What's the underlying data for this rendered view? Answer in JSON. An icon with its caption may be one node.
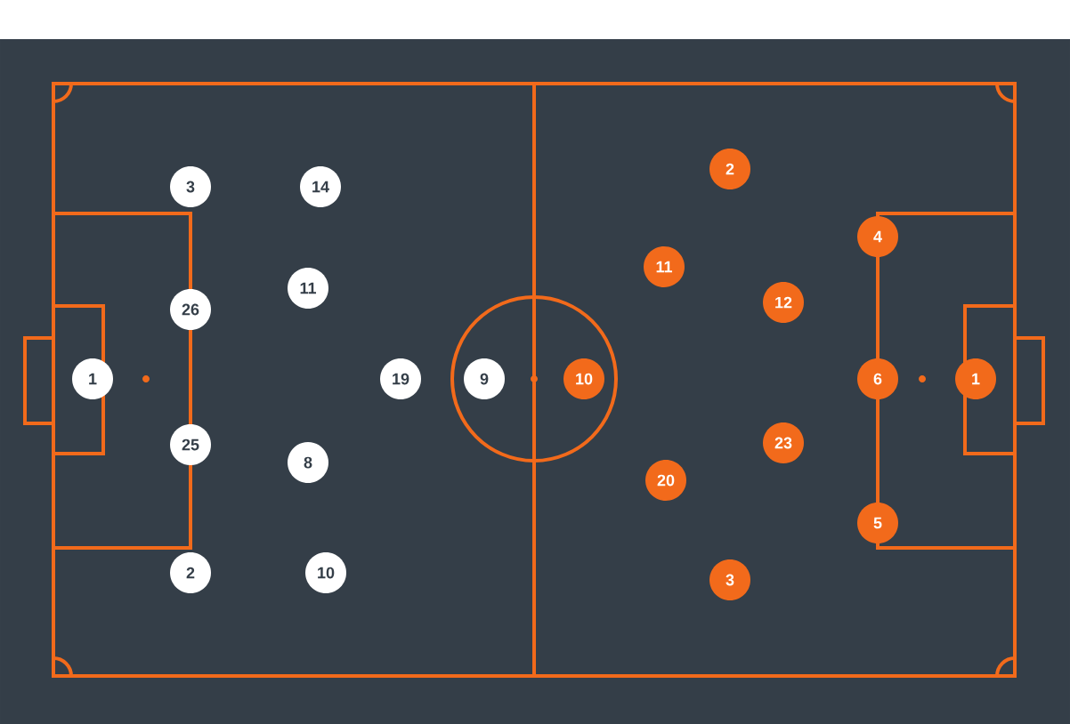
{
  "diagram": {
    "nodes": [
      {
        "text": [
          "1"
        ]
      },
      {
        "text": [
          "3"
        ]
      },
      {
        "text": [
          "26"
        ]
      },
      {
        "text": [
          "25"
        ]
      },
      {
        "text": [
          "2"
        ]
      },
      {
        "text": [
          "14"
        ]
      },
      {
        "text": [
          "11"
        ]
      },
      {
        "text": [
          "8"
        ]
      },
      {
        "text": [
          "10"
        ]
      },
      {
        "text": [
          "19"
        ]
      },
      {
        "text": [
          "9"
        ]
      },
      {
        "text": [
          "10"
        ]
      },
      {
        "text": [
          "2"
        ]
      },
      {
        "text": [
          "11"
        ]
      },
      {
        "text": [
          "20"
        ]
      },
      {
        "text": [
          "3"
        ]
      },
      {
        "text": [
          "12"
        ]
      },
      {
        "text": [
          "23"
        ]
      },
      {
        "text": [
          "4"
        ]
      },
      {
        "text": [
          "6"
        ]
      },
      {
        "text": [
          "5"
        ]
      },
      {
        "text": [
          "1"
        ]
      }
    ]
  }
}
